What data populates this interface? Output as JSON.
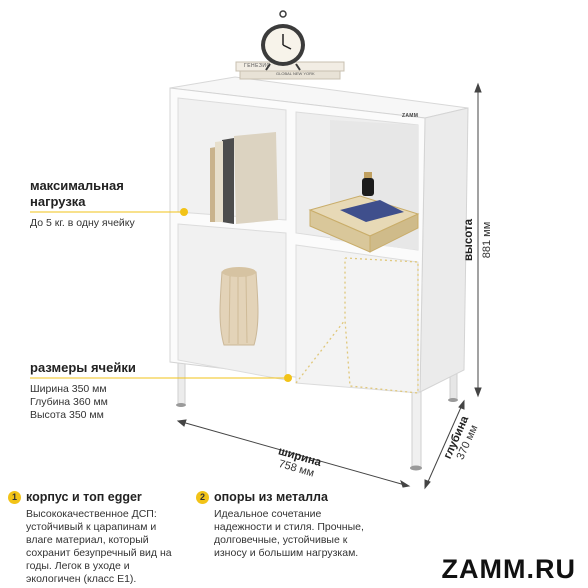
{
  "callouts": {
    "load_title_line1": "максимальная",
    "load_title_line2": "нагрузка",
    "load_text": "До 5 кг. в одну ячейку",
    "cell_title": "размеры ячейки",
    "cell_width": "Ширина 350 мм",
    "cell_depth": "Глубина 360 мм",
    "cell_height": "Высота 350 мм"
  },
  "dimensions": {
    "height_label": "высота",
    "height_value": "881 мм",
    "width_label": "ширина",
    "width_value": "758 мм",
    "depth_label": "глубина",
    "depth_value": "370 мм"
  },
  "product": {
    "shelf_brand": "ZAMM",
    "book_spine_1": "ГЕНЕЗИС",
    "book_spine_2": "GLOBAL NEW YORK"
  },
  "features": [
    {
      "num": "1",
      "title": "корпус и топ egger",
      "lines": [
        "Высококачественное ДСП:",
        "устойчивый к царапинам и",
        "влаге материал, который",
        "сохранит безупречный вид на",
        "годы. Легок в уходе и",
        "экологичен (класс Е1)."
      ]
    },
    {
      "num": "2",
      "title": "опоры из металла",
      "lines": [
        "Идеальное сочетание",
        "надежности и стиля. Прочные,",
        "долговечные, устойчивые к",
        "износу  и большим нагрузкам."
      ]
    }
  ],
  "brand": "ZAMM.RU",
  "colors": {
    "accent": "#f2c318",
    "text": "#222222"
  }
}
